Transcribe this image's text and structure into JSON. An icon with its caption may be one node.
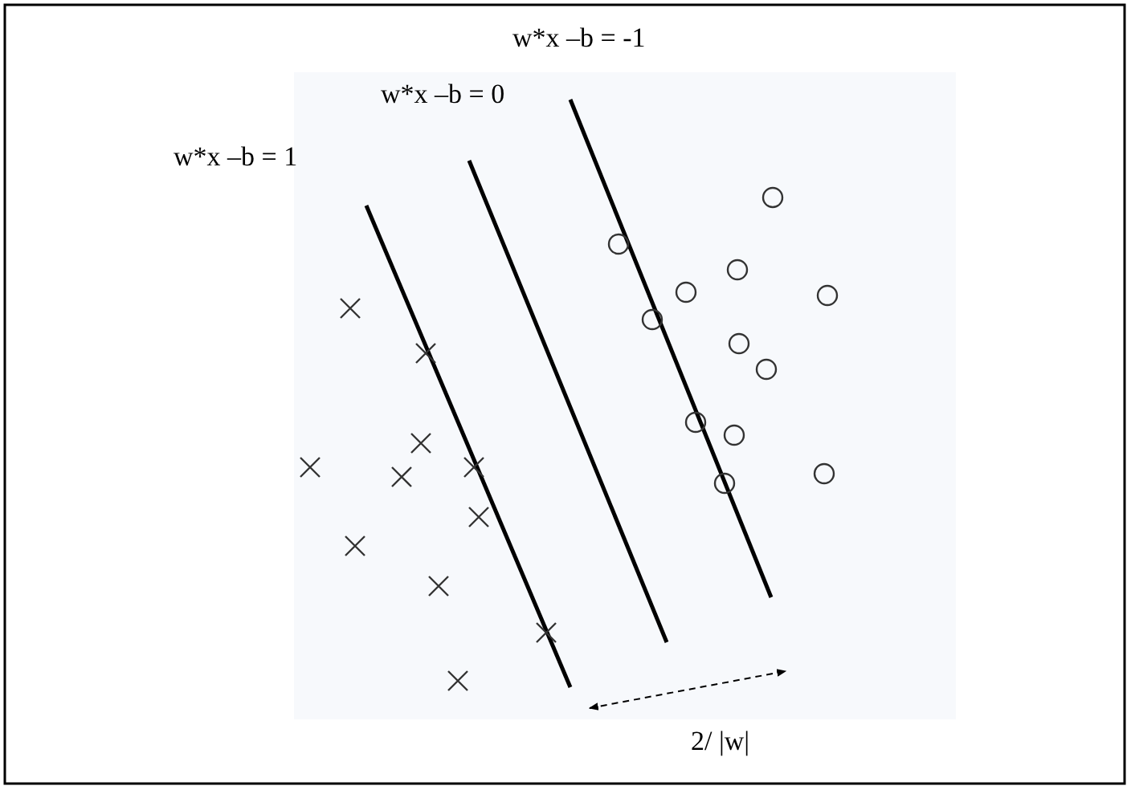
{
  "diagram": {
    "labels": [
      "w*x –b = -1",
      "w*x –b = 0",
      "w*x –b = 1",
      "2/ |w|"
    ]
  }
}
